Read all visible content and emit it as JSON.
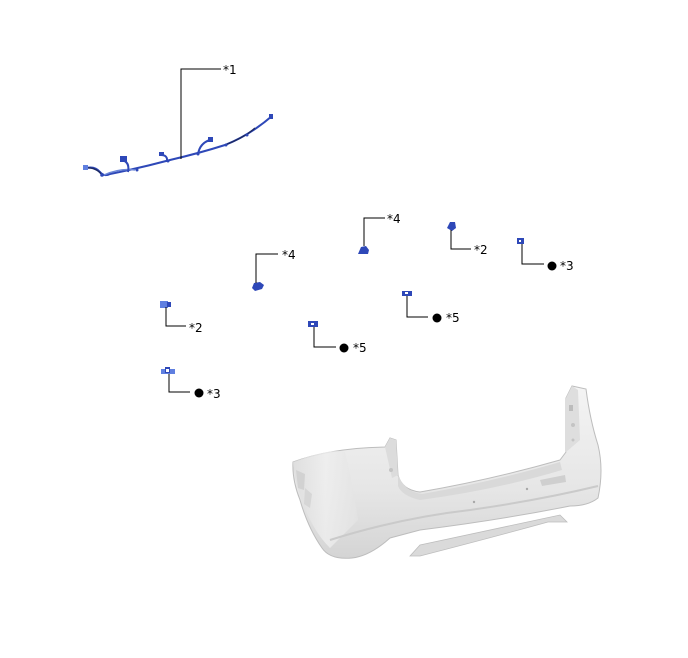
{
  "diagram": {
    "type": "exploded-parts-illustration",
    "subject": "Rear bumper assembly with parking sensor components",
    "colors": {
      "part_blue": "#2e48b8",
      "part_blue_light": "#5f7fe0",
      "leader_line": "#000000",
      "bumper_fill": "#e9e9e9",
      "bumper_shade": "#cfcfcf",
      "background": "#ffffff"
    },
    "callouts": [
      {
        "id": "c1",
        "label": "*1",
        "part": "wire-harness",
        "marker": false
      },
      {
        "id": "c2a",
        "label": "*2",
        "part": "sensor-left",
        "marker": false
      },
      {
        "id": "c2b",
        "label": "*2",
        "part": "sensor-right",
        "marker": false
      },
      {
        "id": "c3a",
        "label": "*3",
        "part": "retainer-left",
        "marker": true
      },
      {
        "id": "c3b",
        "label": "*3",
        "part": "retainer-right",
        "marker": true
      },
      {
        "id": "c4a",
        "label": "*4",
        "part": "sensor-center-left",
        "marker": false
      },
      {
        "id": "c4b",
        "label": "*4",
        "part": "sensor-center-right",
        "marker": false
      },
      {
        "id": "c5a",
        "label": "*5",
        "part": "retainer-center-left",
        "marker": true
      },
      {
        "id": "c5b",
        "label": "*5",
        "part": "retainer-center-right",
        "marker": true
      }
    ],
    "marker_symbol": "●"
  }
}
